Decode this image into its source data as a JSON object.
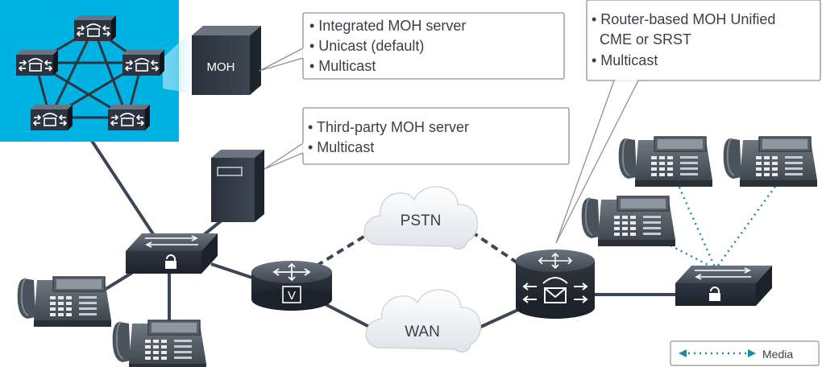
{
  "callouts": {
    "moh_server": {
      "lines": [
        "• Integrated MOH server",
        "• Unicast (default)",
        "• Multicast"
      ]
    },
    "third_party": {
      "lines": [
        "• Third-party MOH server",
        "• Multicast"
      ]
    },
    "router_based": {
      "lines": [
        "• Router-based MOH Unified",
        "  CME or SRST",
        "• Multicast"
      ]
    }
  },
  "labels": {
    "moh": "MOH",
    "pstn": "PSTN",
    "wan": "WAN",
    "v_mark": "V"
  },
  "legend": {
    "media": "Media"
  },
  "colors": {
    "cluster_bg": "#00b2e2",
    "device_dark": "#2c3440",
    "link": "#3c4654",
    "media_dotted": "#1b8aa8",
    "cloud": "#eef0f3"
  }
}
